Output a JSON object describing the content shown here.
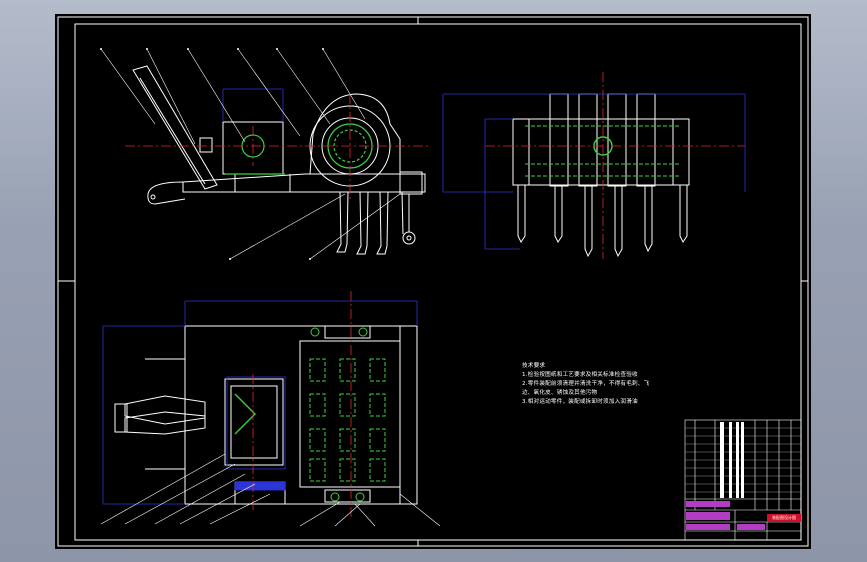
{
  "drawing": {
    "background": "#000000",
    "line_color": "#ffffff",
    "dim_color": "#2b35d8",
    "center_color": "#e0262a",
    "green_color": "#3ecf3e",
    "note_color": "#ffffff"
  },
  "technical_notes": {
    "heading": "技术要求",
    "lines": [
      "1.检验按图纸和工艺要求及相关标准检查验收",
      "2.零件装配前须清理并清洗干净，不得有毛刺、飞",
      "边、氧化皮、锈蚀及其他污物",
      "3.相对运动零件，装配或拆卸时须加入润滑油"
    ]
  },
  "title_block": {
    "red_label": "装配图设计图"
  }
}
